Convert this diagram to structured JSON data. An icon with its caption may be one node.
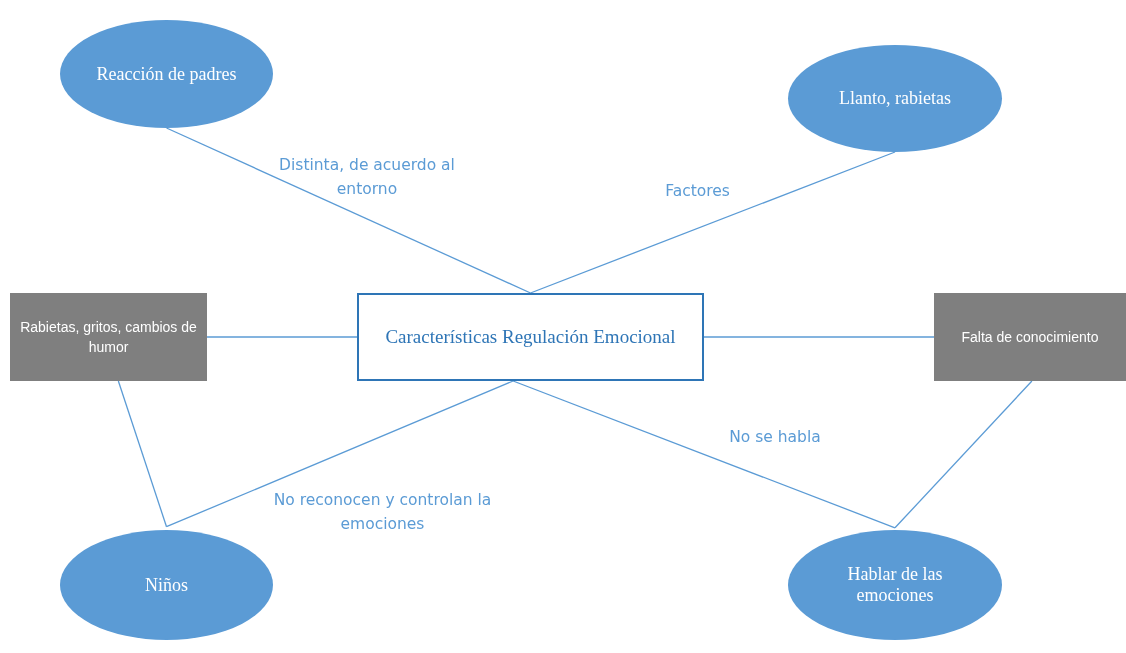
{
  "diagram": {
    "nodes": [
      {
        "text": [
          "Características Regulación Emocional"
        ]
      },
      {
        "text": [
          "Reacción de padres"
        ]
      },
      {
        "text": [
          "Llanto, rabietas"
        ]
      },
      {
        "text": [
          "Rabietas, gritos, cambios de humor"
        ]
      },
      {
        "text": [
          "Falta de conocimiento"
        ]
      },
      {
        "text": [
          "Niños"
        ]
      },
      {
        "text": [
          "Hablar de las emociones"
        ]
      }
    ],
    "edges": [
      {
        "from": 1,
        "to": 0,
        "arrow": "none",
        "label": "Distinta, de acuerdo al entorno"
      },
      {
        "from": 2,
        "to": 0,
        "arrow": "none",
        "label": "Factores"
      },
      {
        "from": 3,
        "to": 0,
        "arrow": "none"
      },
      {
        "from": 0,
        "to": 4,
        "arrow": "none"
      },
      {
        "from": 3,
        "to": 5,
        "arrow": "none"
      },
      {
        "from": 0,
        "to": 5,
        "arrow": "none",
        "label": "No reconocen y controlan la emociones"
      },
      {
        "from": 0,
        "to": 6,
        "arrow": "none",
        "label": "No se habla"
      },
      {
        "from": 4,
        "to": 6,
        "arrow": "none"
      }
    ]
  }
}
